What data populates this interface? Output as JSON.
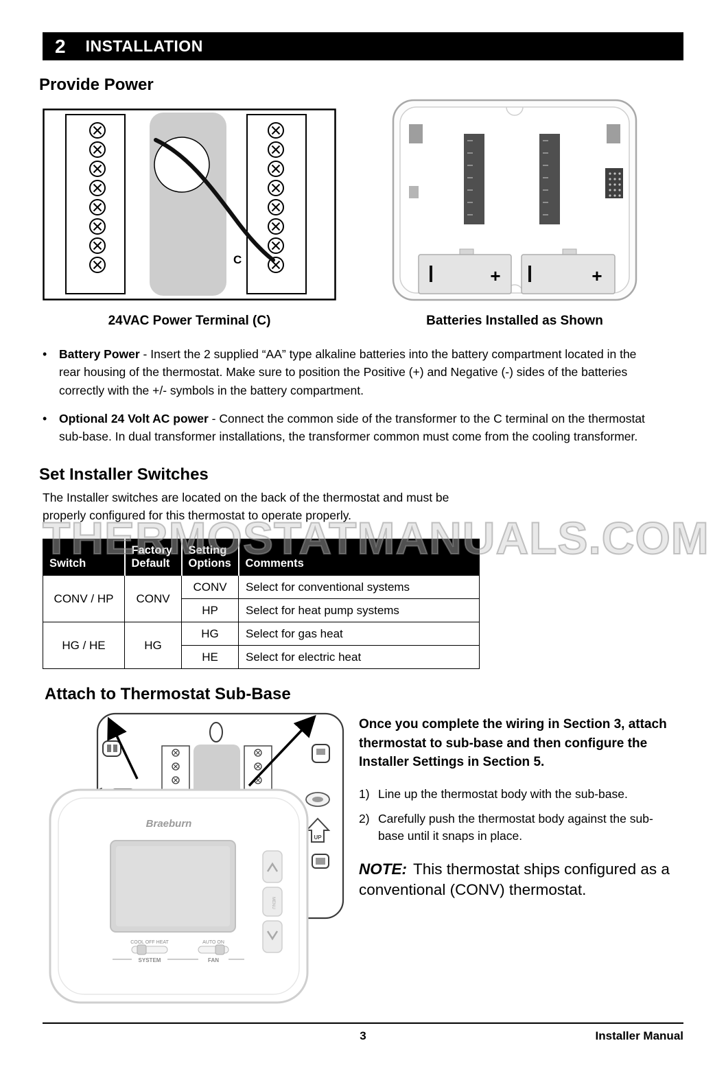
{
  "header": {
    "number": "2",
    "title": "INSTALLATION"
  },
  "watermark": "THERMOSTATMANUALS.COM",
  "provide_power": {
    "heading": "Provide Power",
    "power_fig": {
      "caption": "24VAC Power Terminal (C)",
      "terminal_label": "C"
    },
    "battery_fig": {
      "caption": "Batteries Installed as Shown",
      "plus": "+"
    },
    "bullets": [
      {
        "lead": "Battery Power",
        "text": " - Insert the 2 supplied “AA” type alkaline batteries into the battery compartment located in the rear housing of the thermostat. Make sure to position the Positive (+) and Negative (-) sides of the batteries correctly with the +/- symbols in the battery compartment."
      },
      {
        "lead": "Optional 24 Volt AC power",
        "text": " - Connect the common side of the transformer to the C terminal on the thermostat sub-base. In dual transformer installations, the transformer common must come from the cooling transformer."
      }
    ]
  },
  "installer_switches": {
    "heading": "Set Installer Switches",
    "intro": "The Installer switches are located on the back of the thermostat and must be properly configured for this thermostat to operate properly.",
    "table": {
      "headers": [
        "Switch",
        "Factory Default",
        "Setting Options",
        "Comments"
      ],
      "groups": [
        {
          "switch": "CONV / HP",
          "factory_default": "CONV",
          "rows": [
            {
              "option": "CONV",
              "comment": "Select for conventional systems"
            },
            {
              "option": "HP",
              "comment": "Select for heat pump systems"
            }
          ]
        },
        {
          "switch": "HG / HE",
          "factory_default": "HG",
          "rows": [
            {
              "option": "HG",
              "comment": "Select for gas heat"
            },
            {
              "option": "HE",
              "comment": "Select for electric heat"
            }
          ]
        }
      ]
    }
  },
  "attach": {
    "heading": "Attach to Thermostat Sub-Base",
    "intro": "Once you complete the wiring in Section 3, attach thermostat to sub-base and then configure the Installer Settings in Section 5.",
    "steps": [
      {
        "num": "1)",
        "text": "Line up the thermostat body with the sub-base."
      },
      {
        "num": "2)",
        "text": "Carefully push the thermostat body against the sub-base until it snaps in place."
      }
    ],
    "note_label": "NOTE:",
    "note_text": "This thermostat ships configured as a conventional (CONV) thermostat.",
    "thermostat": {
      "brand": "Braeburn",
      "up_label": "UP",
      "menu_label": "MENU",
      "system_modes": "COOL OFF HEAT",
      "fan_modes": "AUTO ON",
      "system_label": "SYSTEM",
      "fan_label": "FAN"
    }
  },
  "footer": {
    "page_number": "3",
    "label": "Installer Manual"
  }
}
